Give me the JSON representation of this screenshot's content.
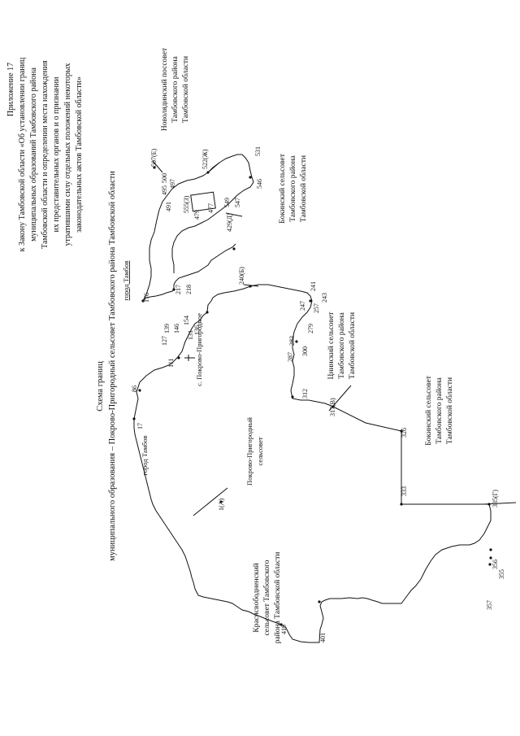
{
  "header": {
    "lines": [
      "Приложение 17",
      "к Закону Тамбовской области «Об установлении границ",
      "муниципальных образований Тамбовского района",
      "Тамбовской области и определении места нахождения",
      "их представительных органов и о признании",
      "утратившими силу отдельных положений некоторых",
      "законодательных актов Тамбовской области»"
    ]
  },
  "title": {
    "lines": [
      "Схема границ",
      "муниципального образования – Покрово-Пригородный сельсовет Тамбовского района Тамбовской области"
    ]
  },
  "regions": {
    "novolyadinsky": [
      "Новолядинский поссовет",
      "Тамбовского района",
      "Тамбовской области"
    ],
    "bokinsky_top": [
      "Бокинский сельсовет",
      "Тамбовского района",
      "Тамбовской области"
    ],
    "tsninsky": [
      "Цнинский сельсовет",
      "Тамбовского района",
      "Тамбовской области"
    ],
    "bokinsky_bottom": [
      "Бокинский сельсовет",
      "Тамбовского района",
      "Тамбовской области"
    ],
    "krasnosvobodnensky": [
      "Краснсвободненский",
      "сельсовет Тамбовского",
      "района Тамбовской области"
    ],
    "main": [
      "Покрово-Пригородный",
      "сельсовет"
    ],
    "city_top": "город Тамбов",
    "city_left": "город Тамбов",
    "village": "с. Покрово-Пригородное"
  },
  "point_labels": [
    "1(А)",
    "17",
    "86",
    "111",
    "127",
    "131",
    "136",
    "139",
    "146",
    "154",
    "176",
    "217",
    "218",
    "240(Б)",
    "241",
    "243",
    "247",
    "257",
    "279",
    "283",
    "287",
    "300",
    "312",
    "317(В)",
    "326",
    "333",
    "335(Г)",
    "355",
    "356",
    "357",
    "401",
    "419",
    "429(Д)",
    "477",
    "479",
    "491",
    "495",
    "497",
    "500",
    "507(Е)",
    "522(Ж)",
    "531",
    "546",
    "547",
    "549",
    "555(З)"
  ],
  "colors": {
    "ink": "#111111",
    "paper": "#ffffff"
  }
}
